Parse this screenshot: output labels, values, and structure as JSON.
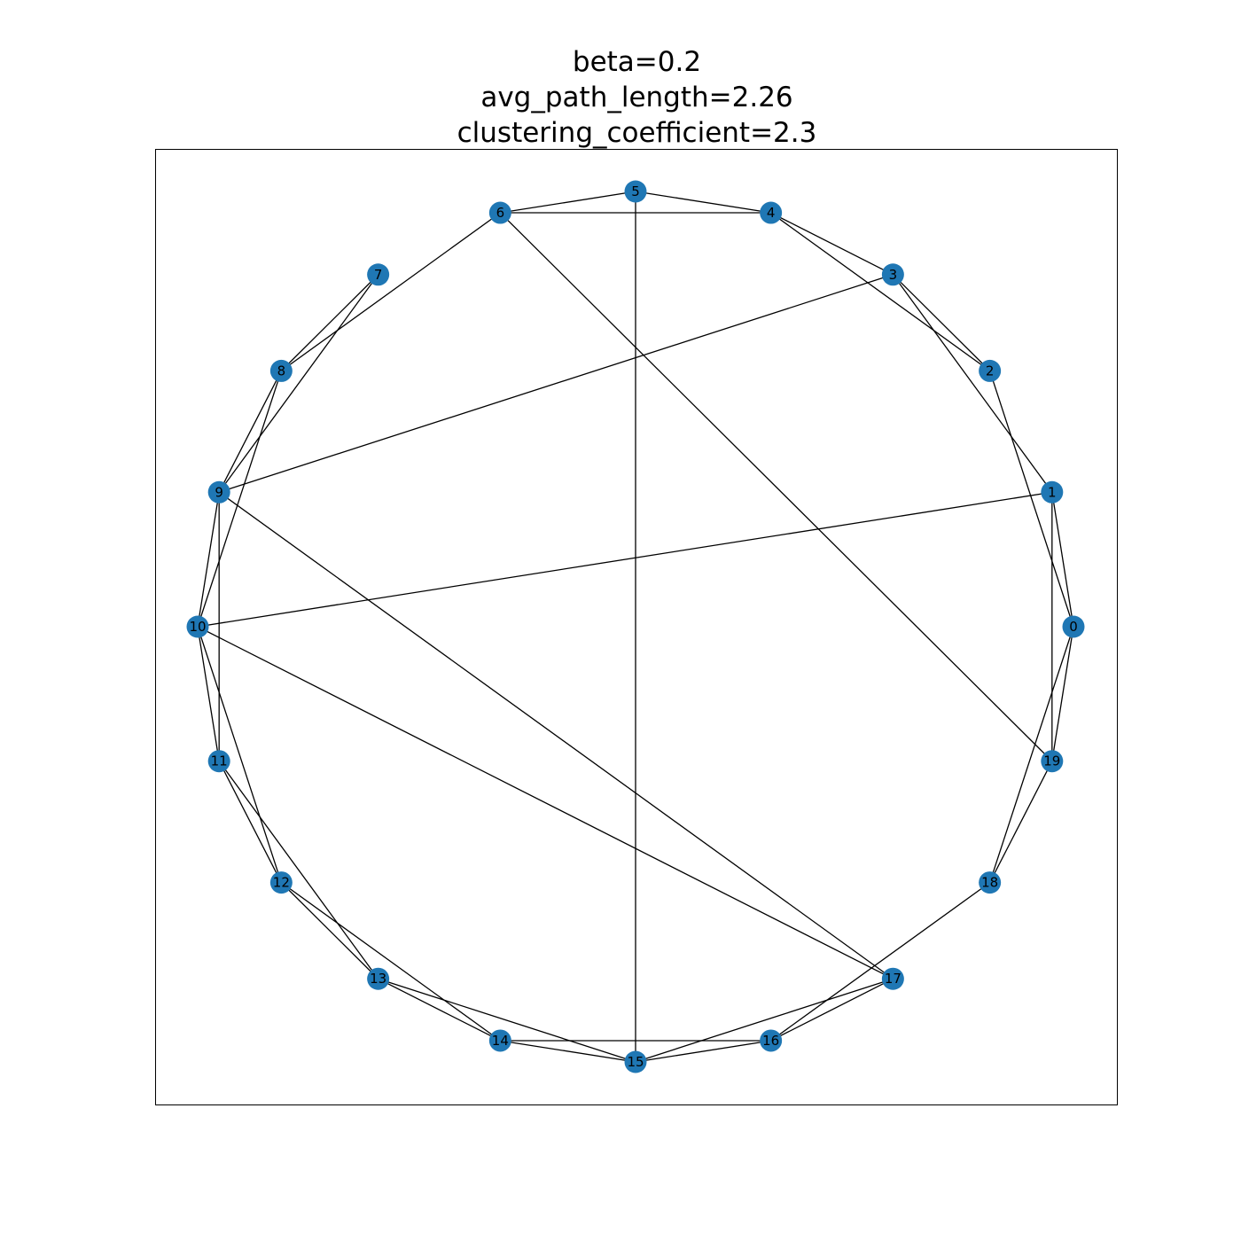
{
  "title": {
    "line1": "beta=0.2",
    "line2": "avg_path_length=2.26",
    "line3": "clustering_coefficient=2.3"
  },
  "graph": {
    "node_color": "#1f77b4",
    "edge_color": "#000000",
    "nodes": [
      "0",
      "1",
      "2",
      "3",
      "4",
      "5",
      "6",
      "7",
      "8",
      "9",
      "10",
      "11",
      "12",
      "13",
      "14",
      "15",
      "16",
      "17",
      "18",
      "19"
    ],
    "edges": [
      [
        0,
        1
      ],
      [
        0,
        2
      ],
      [
        0,
        18
      ],
      [
        0,
        19
      ],
      [
        1,
        3
      ],
      [
        1,
        10
      ],
      [
        1,
        19
      ],
      [
        2,
        3
      ],
      [
        2,
        4
      ],
      [
        3,
        4
      ],
      [
        3,
        9
      ],
      [
        4,
        5
      ],
      [
        4,
        6
      ],
      [
        5,
        6
      ],
      [
        5,
        15
      ],
      [
        6,
        8
      ],
      [
        6,
        19
      ],
      [
        7,
        8
      ],
      [
        7,
        9
      ],
      [
        8,
        9
      ],
      [
        8,
        10
      ],
      [
        9,
        10
      ],
      [
        9,
        11
      ],
      [
        9,
        17
      ],
      [
        10,
        11
      ],
      [
        10,
        12
      ],
      [
        10,
        17
      ],
      [
        11,
        12
      ],
      [
        11,
        13
      ],
      [
        12,
        13
      ],
      [
        12,
        14
      ],
      [
        13,
        14
      ],
      [
        13,
        15
      ],
      [
        14,
        15
      ],
      [
        14,
        16
      ],
      [
        15,
        16
      ],
      [
        15,
        17
      ],
      [
        16,
        17
      ],
      [
        16,
        18
      ],
      [
        18,
        19
      ]
    ]
  }
}
